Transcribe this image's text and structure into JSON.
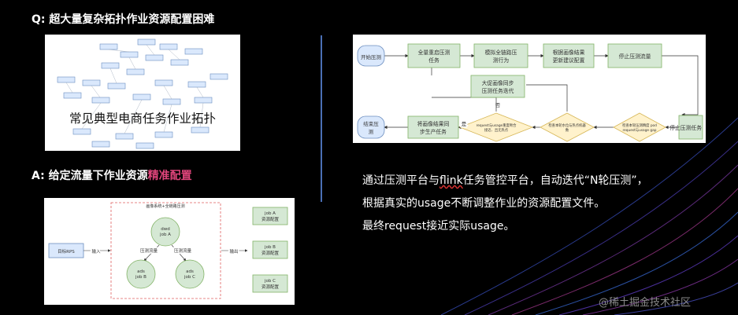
{
  "q_heading": "Q: 超大量复杂拓扑作业资源配置困难",
  "topology_caption": "常见典型电商任务作业拓扑",
  "a_heading_prefix": "A: 给定流量下作业资源",
  "a_heading_highlight": "精准配置",
  "config_diagram": {
    "title": "画像系统+全链路压测",
    "source_box": "目标RPS",
    "input_label": "输入",
    "output_label": "输出",
    "dwd_node": [
      "dwd",
      "job A"
    ],
    "ads_node_b": [
      "ads",
      "job B"
    ],
    "ads_node_c": [
      "ads",
      "job C"
    ],
    "load_left": "压测流量",
    "load_right": "压测流量",
    "res_a": [
      "job A",
      "资源配置"
    ],
    "res_b": [
      "job B",
      "资源配置"
    ],
    "res_c": [
      "job C",
      "资源配置"
    ]
  },
  "flow": {
    "start": "开始压测",
    "step1": [
      "全量重启压测",
      "任务"
    ],
    "step2": [
      "模拟全链路压",
      "测行为"
    ],
    "step3": [
      "根据画像结果",
      "更新建议配置"
    ],
    "step4": "停止压测流量",
    "iterate": [
      "大促画像同步",
      "压测任务迭代"
    ],
    "stop_task": "停止压测任务",
    "check1": [
      "检查本轮压测精度 pod",
      "request与usage gap"
    ],
    "check2": [
      "检查本轮水位与热点机器",
      "数"
    ],
    "check3": [
      "request与usage重度吻合",
      "接近、且无热点"
    ],
    "sync": [
      "将画像结果同",
      "步生产任务"
    ],
    "end": [
      "结束压",
      "测"
    ],
    "no_label": "否",
    "yes_label": "是"
  },
  "description": [
    {
      "before": "通过压测平台与",
      "wavy": "flink",
      "after": "任务管控平台，自动迭代“N轮压测”，"
    },
    {
      "before": "根据真实的usage不断调整作业的资源配置文件。",
      "wavy": "",
      "after": ""
    },
    {
      "before": "最终request接近实际usage。",
      "wavy": "",
      "after": ""
    }
  ],
  "watermark": "@稀土掘金技术社区",
  "colors": {
    "accent_pink": "#e0457b",
    "divider_blue": "#4a6fb5",
    "node_green": "#d5e8d4",
    "node_green_border": "#82b366",
    "decision_yellow": "#fff2cc",
    "decision_border": "#d6b656",
    "box_blue": "#dae8fc",
    "box_blue_border": "#6c8ebf"
  }
}
